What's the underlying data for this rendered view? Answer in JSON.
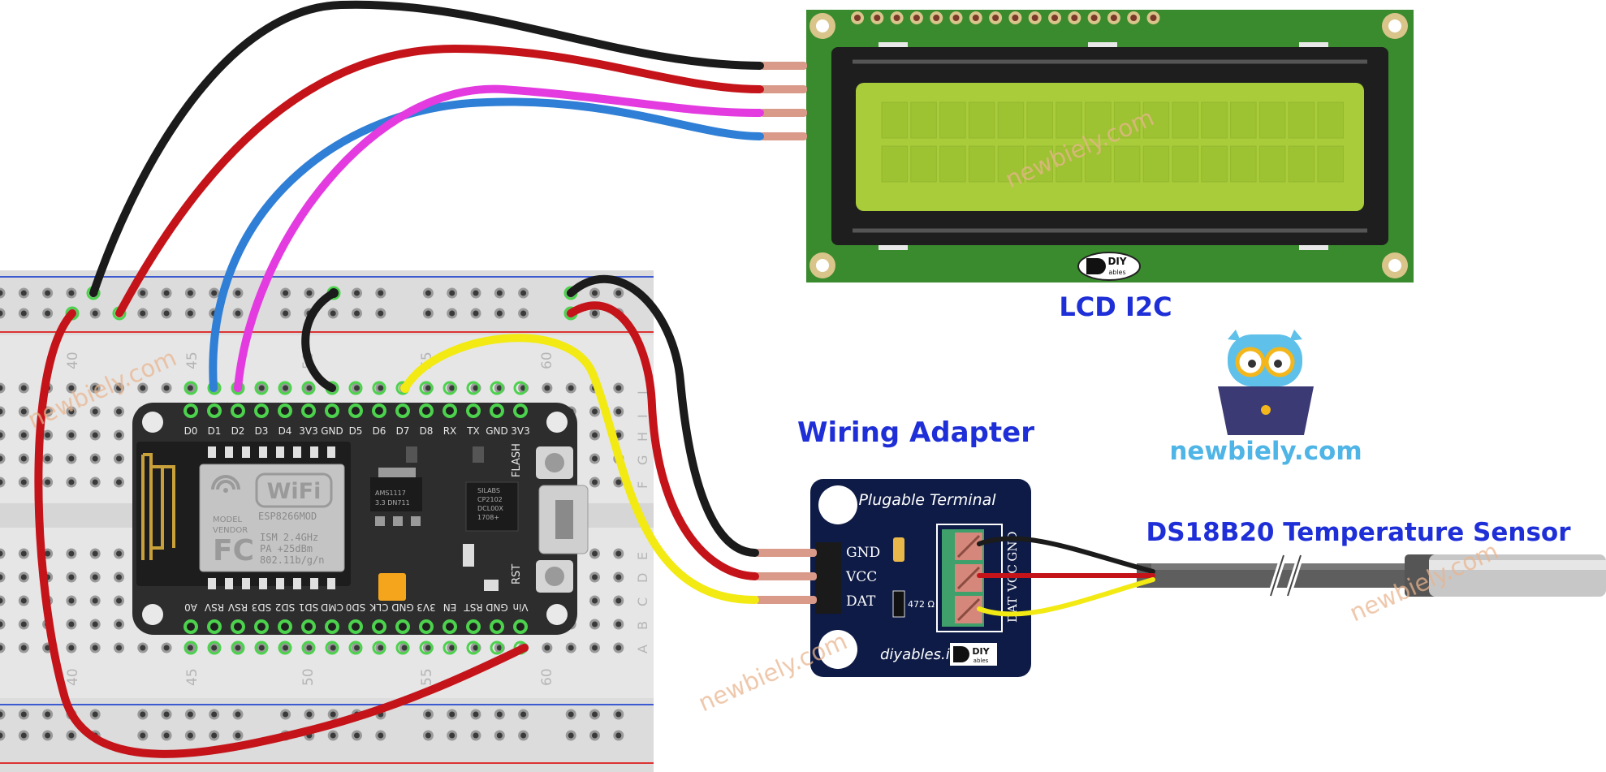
{
  "labels": {
    "lcd_title": "LCD I2C",
    "adapter_title": "Wiring Adapter",
    "sensor_title": "DS18B20 Temperature Sensor",
    "brand_site": "newbiely.com"
  },
  "watermark": "newbiely.com",
  "breadboard": {
    "column_numbers": [
      "40",
      "45",
      "50",
      "55",
      "60"
    ],
    "row_letters_top": [
      "J",
      "I",
      "H",
      "G",
      "F"
    ],
    "row_letters_bottom": [
      "E",
      "D",
      "C",
      "B",
      "A"
    ]
  },
  "board": {
    "top_pins": [
      "D0",
      "D1",
      "D2",
      "D3",
      "D4",
      "3V3",
      "GND",
      "D5",
      "D6",
      "D7",
      "D8",
      "RX",
      "TX",
      "GND",
      "3V3"
    ],
    "bottom_pins": [
      "A0",
      "RSV",
      "RSV",
      "SD3",
      "SD2",
      "SD1",
      "CMD",
      "SD0",
      "CLK",
      "GND",
      "3V3",
      "EN",
      "RST",
      "GND",
      "Vin"
    ],
    "module_text": [
      "MODEL",
      "VENDOR",
      "ESP8266MOD",
      "ISM 2.4GHz",
      "PA +25dBm",
      "802.11b/g/n"
    ],
    "wifi_text": "WiFi",
    "fc_text": "FC",
    "flash_label": "FLASH",
    "rst_label": "RST",
    "chip_text": [
      "SILABS",
      "CP2102",
      "DCL00X",
      "1708+"
    ],
    "reg_text": [
      "AMS1117",
      "3.3  DN711"
    ]
  },
  "adapter": {
    "header": "Plugable Terminal",
    "pins": [
      "GND",
      "VCC",
      "DAT"
    ],
    "resistor": "472 Ω",
    "footer": "diyables.io",
    "terminal_labels": [
      "GND",
      "VCC",
      "DAT"
    ]
  },
  "lcd_logo": [
    "DIY",
    "ables"
  ],
  "colors": {
    "wire_black": "#1b1b1b",
    "wire_red": "#c4141a",
    "wire_blue": "#2f7fd6",
    "wire_magenta": "#e33be0",
    "wire_yellow": "#f2ea12",
    "title_blue": "#1e2fd8",
    "brand_cyan": "#4fb4e6",
    "lcd_pcb": "#3a8a2e",
    "lcd_screen": "#a8cc3a",
    "board_dark": "#2d2d2d",
    "adapter_navy": "#0e1b46",
    "terminal_green": "#3fa06b"
  },
  "icons": [
    "owl-laptop-icon",
    "wifi-icon"
  ]
}
